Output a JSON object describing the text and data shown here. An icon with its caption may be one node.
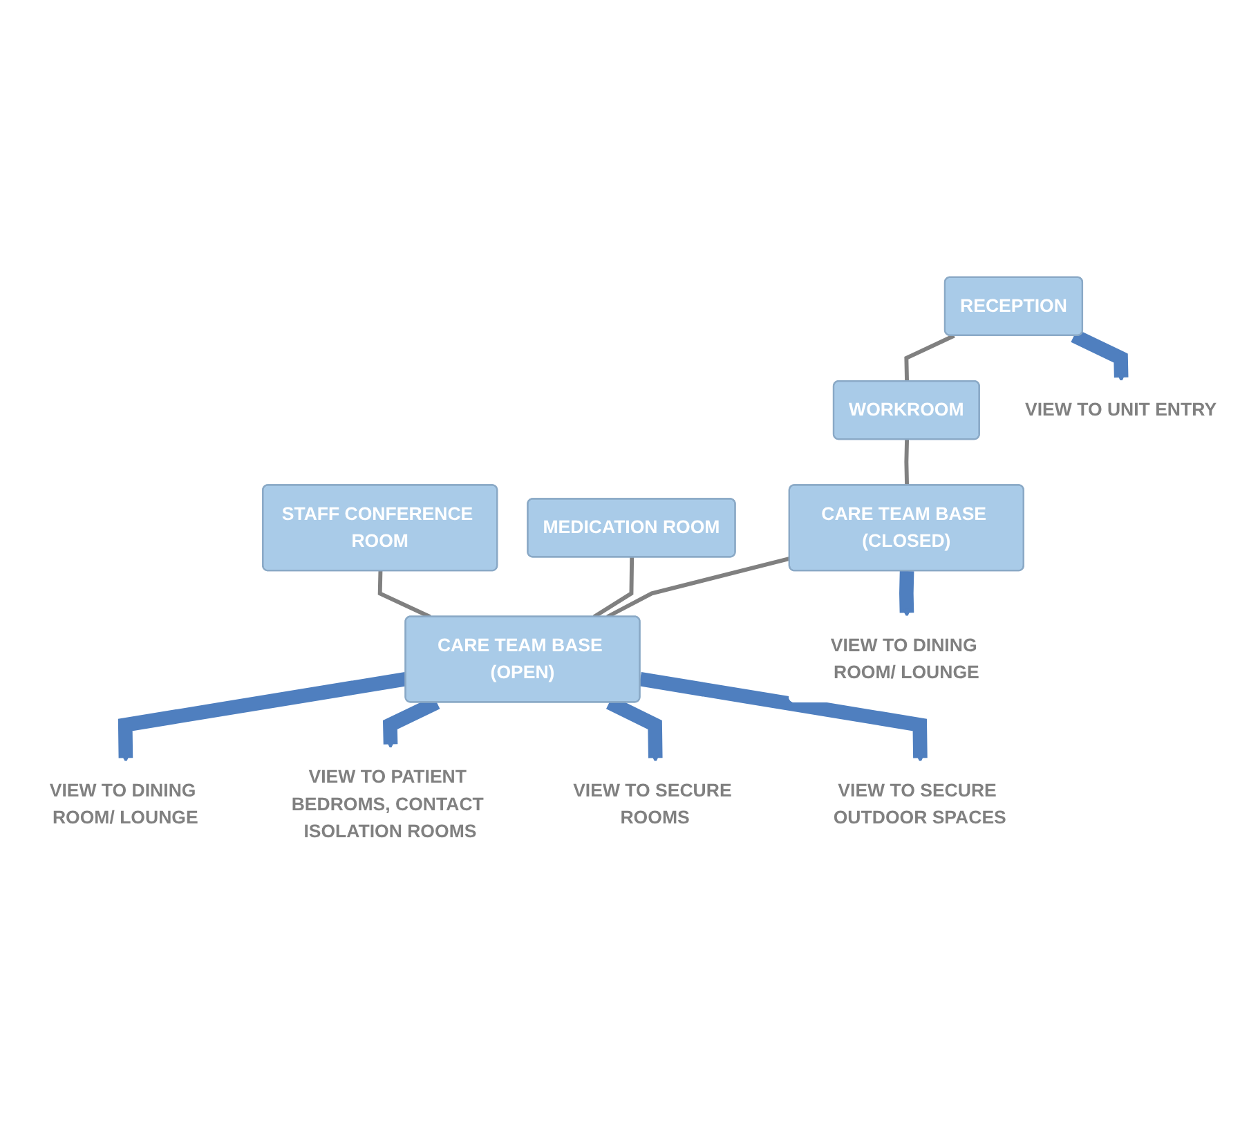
{
  "diagram": {
    "nodes": [
      {
        "text": [
          "RECEPTION"
        ]
      },
      {
        "text": [
          "WORKROOM"
        ]
      },
      {
        "text": [
          "CARE TEAM BASE (CLOSED)"
        ]
      },
      {
        "text": [
          "MEDICATION ROOM"
        ]
      },
      {
        "text": [
          "CARE TEAM BASE (OPEN)"
        ]
      },
      {
        "text": [
          "STAFF CONFERENCE ROOM"
        ]
      },
      {
        "text": [
          "VIEW TO UNIT ENTRY"
        ]
      },
      {
        "text": [
          "VIEW TO DINING ROOM/ LOUNGE"
        ]
      },
      {
        "text": [
          "VIEW TO DINING ROOM/ LOUNGE"
        ]
      },
      {
        "text": [
          "VIEW TO PATIENT BEDROMS, CONTACT ISOLATION ROOMS"
        ]
      },
      {
        "text": [
          "VIEW TO SECURE ROOMS"
        ]
      },
      {
        "text": [
          "VIEW TO SECURE OUTDOOR SPACES"
        ]
      }
    ],
    "edges": [
      {
        "from": 0,
        "to": 1,
        "arrow": "none",
        "color": "#808080"
      },
      {
        "from": 1,
        "to": 2,
        "arrow": "none",
        "color": "#808080"
      },
      {
        "from": 2,
        "to": 4,
        "arrow": "none",
        "color": "#808080"
      },
      {
        "from": 3,
        "to": 4,
        "arrow": "none",
        "color": "#808080"
      },
      {
        "from": 5,
        "to": 4,
        "arrow": "none",
        "color": "#808080"
      },
      {
        "from": 0,
        "to": 6,
        "arrow": "to"
      },
      {
        "from": 2,
        "to": 7,
        "arrow": "to"
      },
      {
        "from": 4,
        "to": 8,
        "arrow": "to"
      },
      {
        "from": 4,
        "to": 9,
        "arrow": "to"
      },
      {
        "from": 4,
        "to": 10,
        "arrow": "to"
      },
      {
        "from": 4,
        "to": 11,
        "arrow": "to"
      }
    ]
  }
}
